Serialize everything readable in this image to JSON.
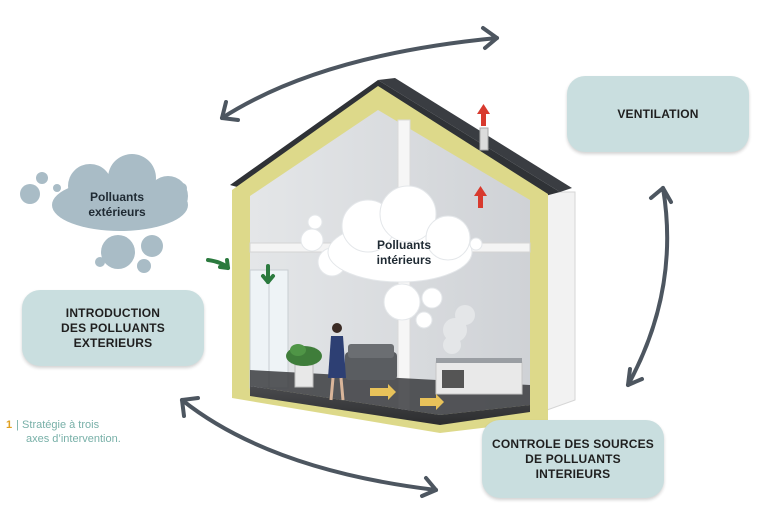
{
  "boxes": {
    "ventilation": "VENTILATION",
    "introduction": [
      "INTRODUCTION",
      "DES POLLUANTS",
      "EXTERIEURS"
    ],
    "controle": [
      "CONTROLE DES SOURCES",
      "DE POLLUANTS",
      "INTERIEURS"
    ]
  },
  "clouds": {
    "exterieurs": [
      "Polluants",
      "extérieurs"
    ],
    "interieurs": [
      "Polluants",
      "intérieurs"
    ]
  },
  "caption": {
    "number": "1",
    "separator": "|",
    "line1": "Stratégie à trois",
    "line2": "axes d’intervention."
  },
  "colors": {
    "box": "#c9dedf",
    "cloud_exterior": "#a9bcc6",
    "arrow": "#4d5660",
    "wall_yellow": "#ddd98a",
    "roof": "#2f3236",
    "accent_green": "#2b7a3e",
    "accent_red": "#d83a2e",
    "caption_text": "#78b0a8",
    "caption_number": "#e0a020"
  }
}
